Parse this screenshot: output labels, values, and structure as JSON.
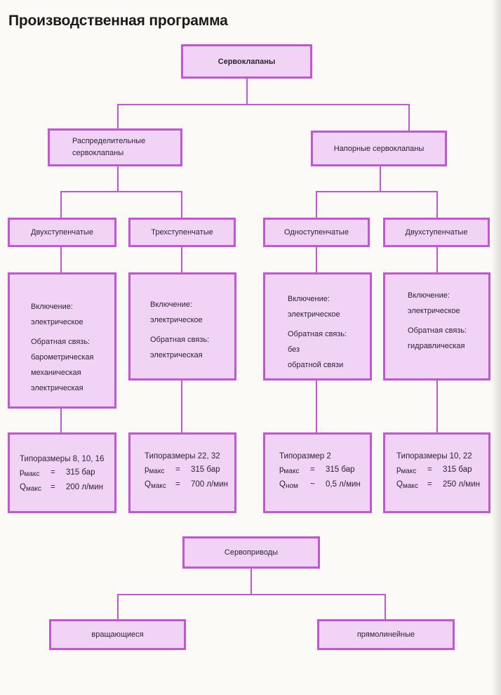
{
  "title": "Производственная программа",
  "colors": {
    "border": "#c455d6",
    "fill": "#f1d3f6"
  },
  "root": {
    "label": "Сервоклапаны"
  },
  "groups": [
    {
      "label_lines": [
        "Распределительные",
        "сервоклапаны"
      ]
    },
    {
      "label": "Напорные сервоклапаны"
    }
  ],
  "types": [
    {
      "label": "Двухступенчатые",
      "activation_label": "Включение:",
      "activation_value": "электрическое",
      "feedback_label": "Обратная связь:",
      "feedback_values": [
        "барометрическая",
        "механическая",
        "электрическая"
      ],
      "sizes": "Типоразмеры 8, 10, 16",
      "params": [
        {
          "sym": "p",
          "sub": "макс",
          "op": "=",
          "value": "315 бар"
        },
        {
          "sym": "Q",
          "sub": "макс",
          "op": "=",
          "value": "200 л/мин"
        }
      ]
    },
    {
      "label": "Трехступенчатые",
      "activation_label": "Включение:",
      "activation_value": "электрическое",
      "feedback_label": "Обратная связь:",
      "feedback_values": [
        "электрическая"
      ],
      "sizes": "Типоразмеры 22, 32",
      "params": [
        {
          "sym": "p",
          "sub": "макс",
          "op": "=",
          "value": "315 бар"
        },
        {
          "sym": "Q",
          "sub": "макс",
          "op": "=",
          "value": "700 л/мин"
        }
      ]
    },
    {
      "label": "Одноступенчатые",
      "activation_label": "Включение:",
      "activation_value": "электрическое",
      "feedback_label": "Обратная связь:",
      "feedback_values": [
        "без",
        "обратной связи"
      ],
      "sizes": "Типоразмер 2",
      "params": [
        {
          "sym": "p",
          "sub": "макс",
          "op": "=",
          "value": "315 бар"
        },
        {
          "sym": "Q",
          "sub": "ном",
          "op": "~",
          "value": "0,5 л/мин"
        }
      ]
    },
    {
      "label": "Двухступенчатые",
      "activation_label": "Включение:",
      "activation_value": "электрическое",
      "feedback_label": "Обратная связь:",
      "feedback_values": [
        "гидравлическая"
      ],
      "sizes": "Типоразмеры 10, 22",
      "params": [
        {
          "sym": "p",
          "sub": "макс",
          "op": "=",
          "value": "315 бар"
        },
        {
          "sym": "Q",
          "sub": "макс",
          "op": "=",
          "value": "250 л/мин"
        }
      ]
    }
  ],
  "actuators": {
    "label": "Сервоприводы",
    "children": [
      {
        "label": "вращающиеся"
      },
      {
        "label": "прямолинейные"
      }
    ]
  }
}
